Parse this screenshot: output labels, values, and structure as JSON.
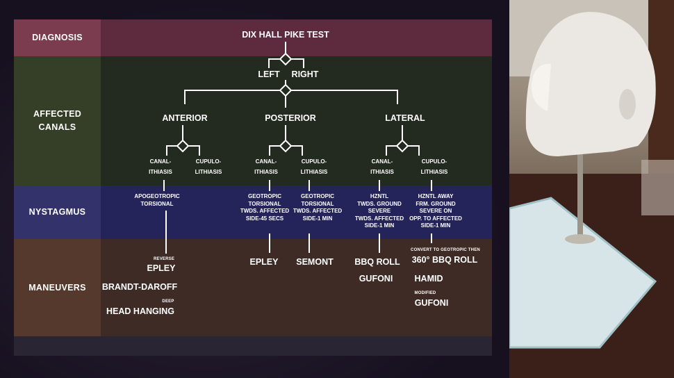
{
  "rows": {
    "diagnosis": "DIAGNOSIS",
    "affected_canals": "AFFECTED CANALS",
    "nystagmus": "NYSTAGMUS",
    "maneuvers": "MANEUVERS"
  },
  "diagnosis": {
    "test": "DIX HALL PIKE TEST",
    "left": "LEFT",
    "right": "RIGHT"
  },
  "canals": {
    "anterior": {
      "name": "ANTERIOR",
      "canalo": [
        "CANAL-",
        "ITHIASIS"
      ],
      "cupulo": [
        "CUPULO-",
        "LITHIASIS"
      ],
      "nystagmus": [
        "APOGEOTROPIC",
        "TORSIONAL"
      ],
      "maneuvers": [
        {
          "prefix": "REVERSE",
          "name": "EPLEY"
        },
        {
          "prefix": "",
          "name": "BRANDT-DAROFF"
        },
        {
          "prefix": "DEEP",
          "name": "HEAD HANGING"
        }
      ]
    },
    "posterior": {
      "name": "POSTERIOR",
      "canalo": [
        "CANAL-",
        "ITHIASIS"
      ],
      "cupulo": [
        "CUPULO-",
        "LITHIASIS"
      ],
      "nystagmus_canalo": [
        "GEOTROPIC",
        "TORSIONAL",
        "TWDS. AFFECTED",
        "SIDE-45 SECS"
      ],
      "nystagmus_cupulo": [
        "GEOTROPIC",
        "TORSIONAL",
        "TWDS. AFFECTED",
        "SIDE-1 MIN"
      ],
      "maneuver_canalo": "EPLEY",
      "maneuver_cupulo": "SEMONT"
    },
    "lateral": {
      "name": "LATERAL",
      "canalo": [
        "CANAL-",
        "ITHIASIS"
      ],
      "cupulo": [
        "CUPULO-",
        "LITHIASIS"
      ],
      "nystagmus_canalo": [
        "HZNTL",
        "TWDS. GROUND",
        "SEVERE",
        "TWDS. AFFECTED",
        "SIDE-1 MIN"
      ],
      "nystagmus_cupulo": [
        "HZNTL AWAY",
        "FRM. GROUND",
        "SEVERE ON",
        "OPP. TO AFFECTED",
        "SIDE-1 MIN"
      ],
      "maneuvers_canalo": [
        "BBQ ROLL",
        "GUFONI"
      ],
      "maneuvers_cupulo": [
        {
          "prefix": "CONVERT TO GEOTROPIC THEN",
          "name": "360° BBQ ROLL"
        },
        {
          "prefix": "",
          "name": "HAMID"
        },
        {
          "prefix": "MODIFIED",
          "name": "GUFONI"
        }
      ]
    }
  },
  "colors": {
    "diagnosis_band": "#5e2a3d",
    "canals_band": "#2b3321",
    "nystagmus_band": "#2d2c63",
    "maneuvers_band": "#4a3328",
    "line": "#ffffff"
  }
}
